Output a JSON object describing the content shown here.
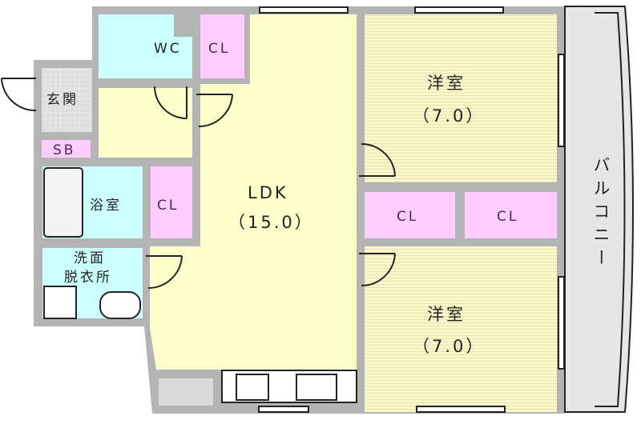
{
  "rooms": {
    "wc": "WC",
    "closet": "CL",
    "entrance": "玄関",
    "shoe_box": "SB",
    "bathroom": "浴室",
    "washroom_line1": "洗面",
    "washroom_line2": "脱衣所",
    "ldk": "LDK",
    "ldk_size": "（15.0）",
    "western_room": "洋室",
    "western_room_1_size": "（7.0）",
    "western_room_2_size": "（7.0）",
    "balcony": "バルコニー"
  },
  "colors": {
    "wall": "#b4b4b4",
    "wet_area": "#ccffff",
    "closet": "#ffccff",
    "living": "#ffffcc",
    "entrance": "#dcdcdc",
    "balcony": "#e6e6e6"
  }
}
